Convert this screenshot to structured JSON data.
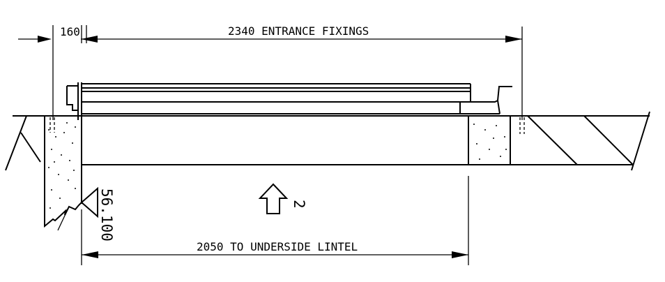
{
  "dimensions": {
    "left_gap": "160",
    "entrance_fixings": "2340  ENTRANCE FIXINGS",
    "underside_lintel": "2050 TO UNDERSIDE LINTEL"
  },
  "level": "56.100",
  "direction_marker": "2"
}
